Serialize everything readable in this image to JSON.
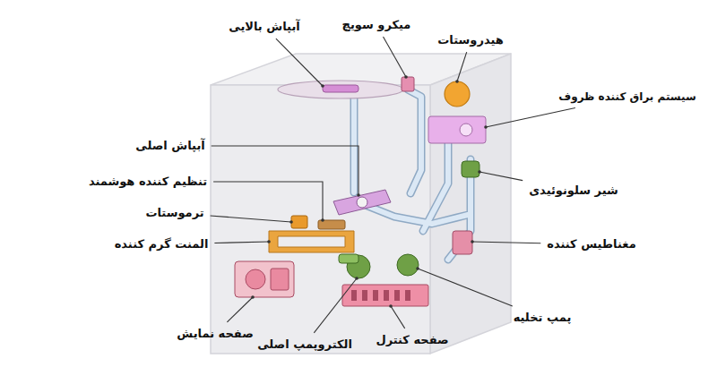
{
  "diagram": {
    "labels": [
      "آبپاش بالایی",
      "میکرو سویچ",
      "هیدروستات",
      "سیستم براق کننده ظروف",
      "آبپاش اصلی",
      "تنظیم کننده هوشمند",
      "ترموستات",
      "شیر سلونوئیدی",
      "المنت گرم کننده",
      "مغناطیس کننده",
      "پمپ تخلیه",
      "صفحه نمایش",
      "الکتروپمپ اصلی",
      "صفحه کنترل"
    ]
  }
}
